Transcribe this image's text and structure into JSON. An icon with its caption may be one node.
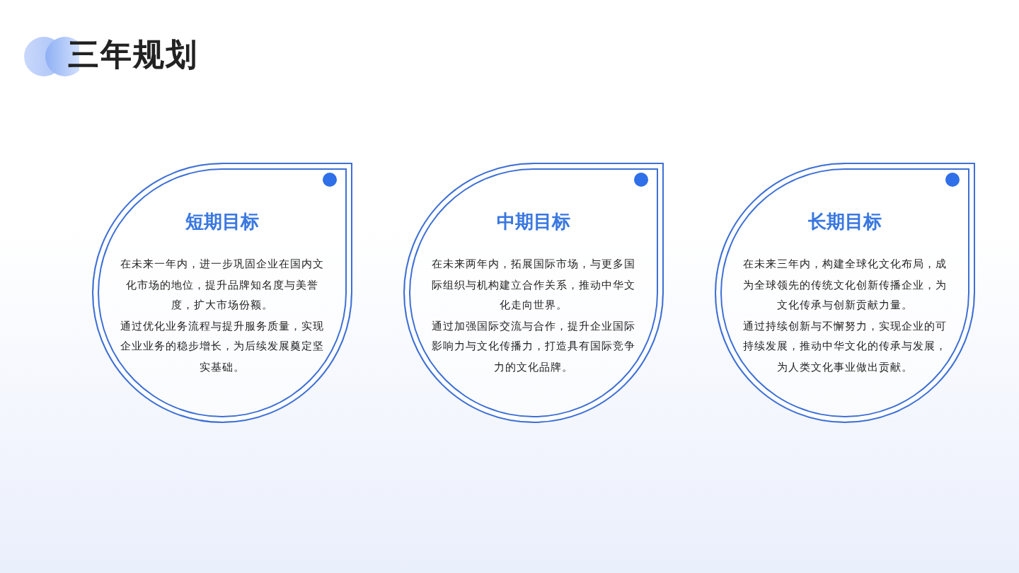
{
  "diagram": {
    "title": "三年规划",
    "nodes": [
      {
        "text": [
          "短期目标",
          "在未来一年内，进一步巩固企业在国内文化市场的地位，提升品牌知名度与美誉度，扩大市场份额。",
          "通过优化业务流程与提升服务质量，实现企业业务的稳步增长，为后续发展奠定坚实基础。"
        ]
      },
      {
        "text": [
          "中期目标",
          "在未来两年内，拓展国际市场，与更多国际组织与机构建立合作关系，推动中华文化走向世界。",
          "通过加强国际交流与合作，提升企业国际影响力与文化传播力，打造具有国际竞争力的文化品牌。"
        ]
      },
      {
        "text": [
          "长期目标",
          "在未来三年内，构建全球化文化布局，成为全球领先的传统文化创新传播企业，为文化传承与创新贡献力量。",
          "通过持续创新与不懈努力，实现企业的可持续发展，推动中华文化的传承与发展，为人类文化事业做出贡献。"
        ]
      }
    ]
  }
}
